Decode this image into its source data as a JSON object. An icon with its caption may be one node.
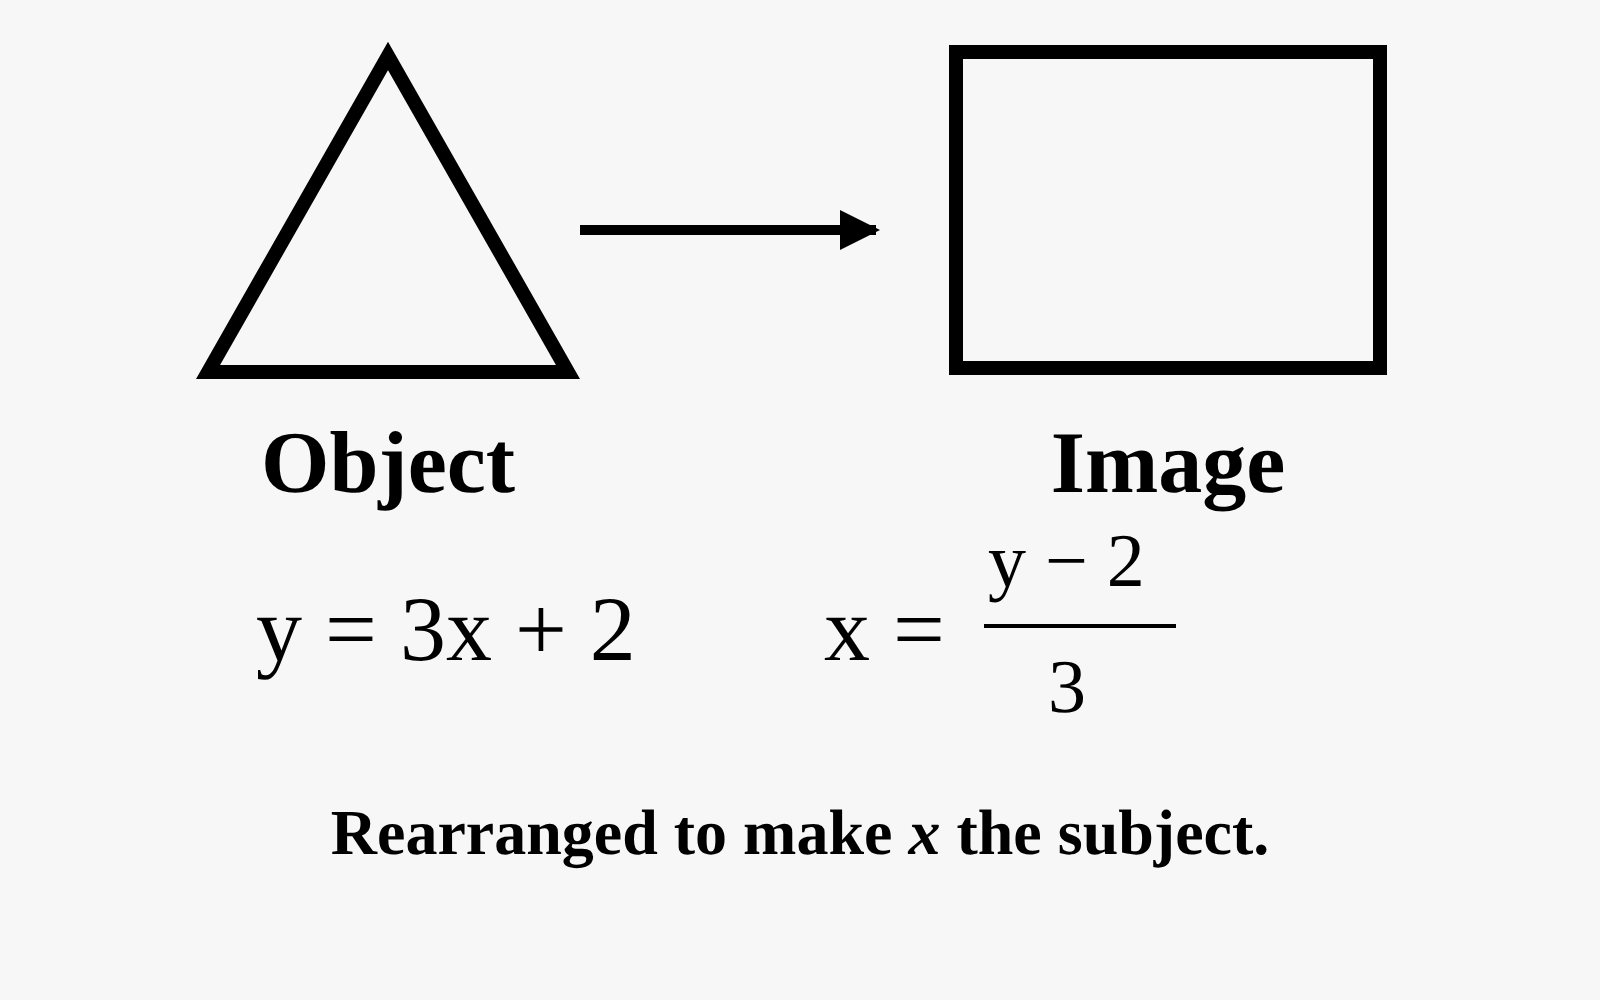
{
  "diagram": {
    "caption": "Rearranged to make *x* the subject.",
    "nodes": [
      {
        "text": [
          "Object"
        ]
      },
      {
        "text": [
          "Image"
        ]
      }
    ],
    "edges": [
      {
        "from": 0,
        "to": 1,
        "arrow": "to"
      }
    ],
    "labels": [
      "y = 3x + 2",
      "x =",
      "y − 2",
      "3"
    ]
  }
}
